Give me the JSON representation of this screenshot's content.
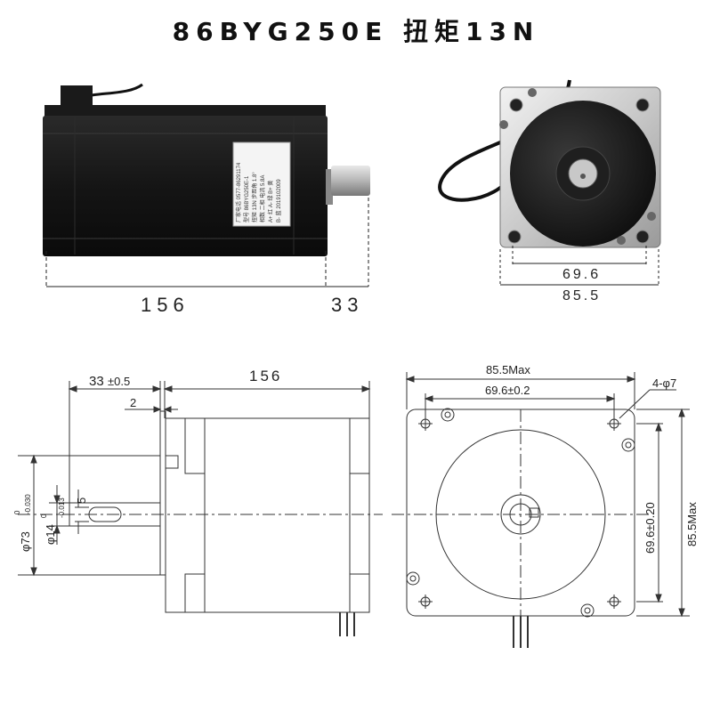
{
  "title": "86BYG250E 扭矩13N",
  "photo": {
    "side_length": "156",
    "shaft_length": "33",
    "front_inner": "69.6",
    "front_outer": "85.5",
    "label_lines": [
      "厂家电话 0577-86291174",
      "型号 86BYG250E-1",
      "扭矩 13N 步距角 1.8°",
      "相数 二相 电流 5.8A",
      "A+ 红 A- 绿 B+ 黄",
      "B- 蓝 2019102009"
    ]
  },
  "drawing_side": {
    "shaft_dim": "33",
    "shaft_tol": "±0.5",
    "body_dim": "156",
    "flange_dim": "2",
    "key_dim": "5",
    "boss_dia": "φ73",
    "boss_tol_upper": "0",
    "boss_tol_lower": "-0.030",
    "shaft_dia": "φ14",
    "shaft_tol_upper": "0",
    "shaft_tol_lower": "-0.013"
  },
  "drawing_front": {
    "outer_width": "85.5Max",
    "hole_spacing": "69.6±0.2",
    "holes": "4-φ7",
    "hole_spacing_vertical": "69.6±0.20",
    "outer_height": "85.5Max"
  }
}
